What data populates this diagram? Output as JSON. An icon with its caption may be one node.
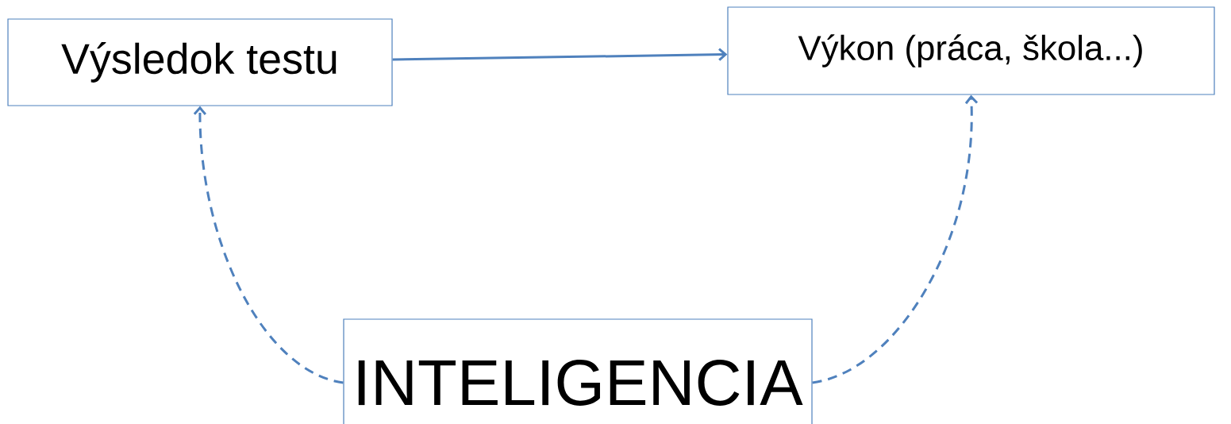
{
  "diagram": {
    "nodes": [
      {
        "text": [
          "Výsledok testu"
        ]
      },
      {
        "text": [
          "Výkon (práca, škola...)"
        ]
      },
      {
        "text": [
          "INTELIGENCIA"
        ]
      }
    ],
    "edges": [
      {
        "from": 0,
        "to": 1,
        "arrow": "to",
        "color": "#4f81bd"
      },
      {
        "from": 2,
        "to": 0,
        "arrow": "to",
        "style": "dashed",
        "color": "#4f81bd"
      },
      {
        "from": 2,
        "to": 1,
        "arrow": "to",
        "style": "dashed",
        "color": "#4f81bd"
      }
    ]
  }
}
